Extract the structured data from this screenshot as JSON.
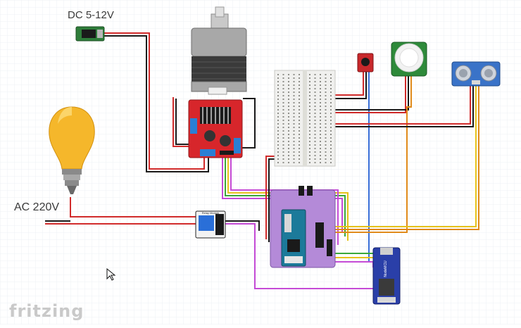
{
  "labels": {
    "dc_power": "DC 5-12V",
    "ac_power": "AC 220V",
    "brand": "fritzing"
  },
  "modules": {
    "relay_text": "Relay Module",
    "nodemcu_text": "NodeMCU"
  },
  "colors": {
    "wire_red": "#d12b2b",
    "wire_black": "#1a1a1a",
    "wire_purple": "#c54bd6",
    "wire_green": "#3aa83a",
    "wire_yellow": "#e6c21a",
    "wire_blue": "#3a6fd8",
    "wire_orange": "#e08a1a",
    "driver_red": "#d7262b",
    "shield_purple": "#b48ad8",
    "arduino_teal": "#1c7a9a",
    "sensor_blue": "#3a73c8",
    "bulb_yellow": "#f5b72b"
  }
}
